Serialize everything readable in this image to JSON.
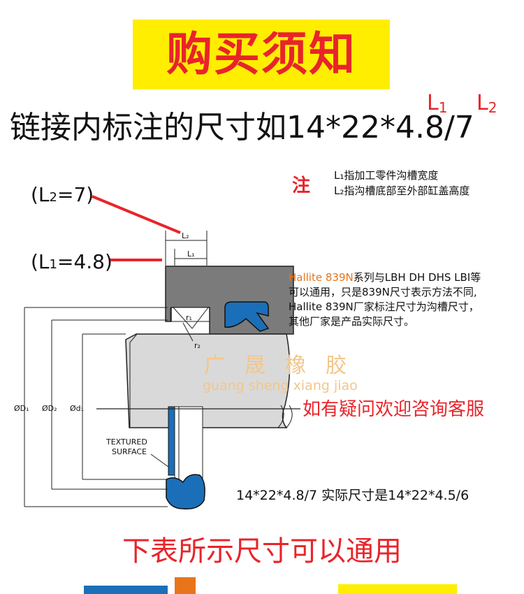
{
  "banner": {
    "title": "购买须知"
  },
  "dimension_line": {
    "text": "链接内标注的尺寸如14*22*4.8/7",
    "marks": [
      {
        "base": "L",
        "sub": "1"
      },
      {
        "base": "L",
        "sub": "2"
      }
    ]
  },
  "note": {
    "marker": "注",
    "lines": [
      "L₁指加工零件沟槽宽度",
      "L₂指沟槽底部至外部缸盖高度"
    ]
  },
  "callouts": [
    {
      "base": "(L",
      "sub": "2",
      "rest": "=7)"
    },
    {
      "base": "(L",
      "sub": "1",
      "rest": "=4.8)"
    }
  ],
  "description": {
    "line1_brand": "Hallite",
    "line1_model": "839N",
    "line1_rest": "系列与LBH DH DHS LBI等",
    "line2": "可以通用，只是839N尺寸表示方法不同,",
    "line3": "Hallite 839N厂家标注尺寸为沟槽尺寸，",
    "line4": "其他厂家是产品实际尺寸。"
  },
  "watermark": {
    "chinese": "广晟橡胶",
    "pinyin": "guang sheng xiang jiao"
  },
  "consult_text": "如有疑问欢迎咨询客服",
  "actual_size_text": "14*22*4.8/7 实际尺寸是14*22*4.5/6",
  "bottom_heading": "下表所示尺寸可以通用",
  "diagram_labels": {
    "l2": "L₂",
    "l1": "L₁",
    "r1": "r₁",
    "r2": "r₂",
    "D1": "ØD₁",
    "D2": "ØD₂",
    "d1": "Ød₁",
    "textured_line1": "TEXTURED",
    "textured_line2": "SURFACE"
  },
  "colors": {
    "red": "#e8242a",
    "yellow": "#ffee00",
    "seal_blue": "#1b6fb8",
    "housing_gray": "#7b7b7b",
    "rod_gray": "#d9d9d9"
  }
}
